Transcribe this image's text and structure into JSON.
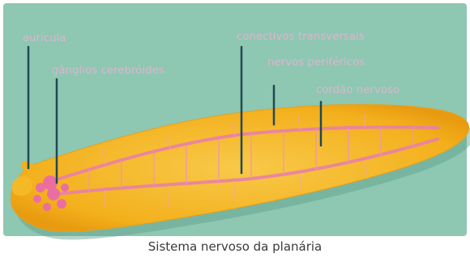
{
  "labels": {
    "auricula": "aurícula",
    "ganglios": "gânglios cerebróides",
    "conectivos": "conectivos transversais",
    "nervos": "nervos periféricos",
    "cordao": "cordão nervoso"
  },
  "caption": "Sistema nervoso da planária",
  "colors": {
    "background": "#8ec7b2",
    "body": "#f3b21e",
    "body_inner": "#f7c440",
    "nerve_cord": "#e97fa8",
    "ganglia": "#ea6fa0",
    "leader_line": "#1f4a52",
    "label_text": "#d9b7ce"
  }
}
